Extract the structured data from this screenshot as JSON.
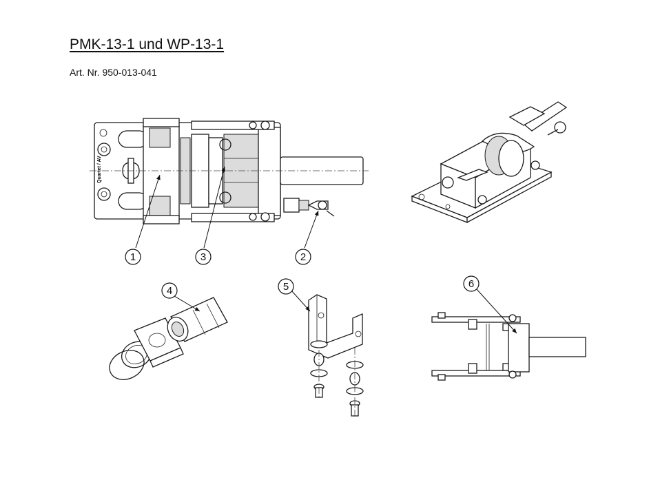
{
  "document": {
    "title": "PMK-13-1 und WP-13-1",
    "article_number": "Art. Nr. 950-013-041"
  },
  "engraving": "Quartet / AV",
  "callouts": [
    "1",
    "2",
    "3",
    "4",
    "5",
    "6"
  ]
}
